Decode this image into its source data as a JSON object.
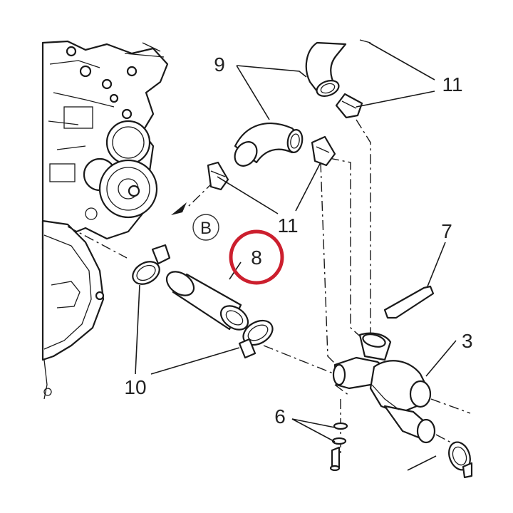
{
  "callouts": {
    "c3": "3",
    "c6": "6",
    "c7": "7",
    "c8": "8",
    "c9": "9",
    "c10": "10",
    "c11_top": "11",
    "c11_mid": "11",
    "ref_b": "B"
  },
  "colors": {
    "highlight_ring": "#cc1f2e",
    "line": "#1a1a1a",
    "background": "#ffffff"
  }
}
